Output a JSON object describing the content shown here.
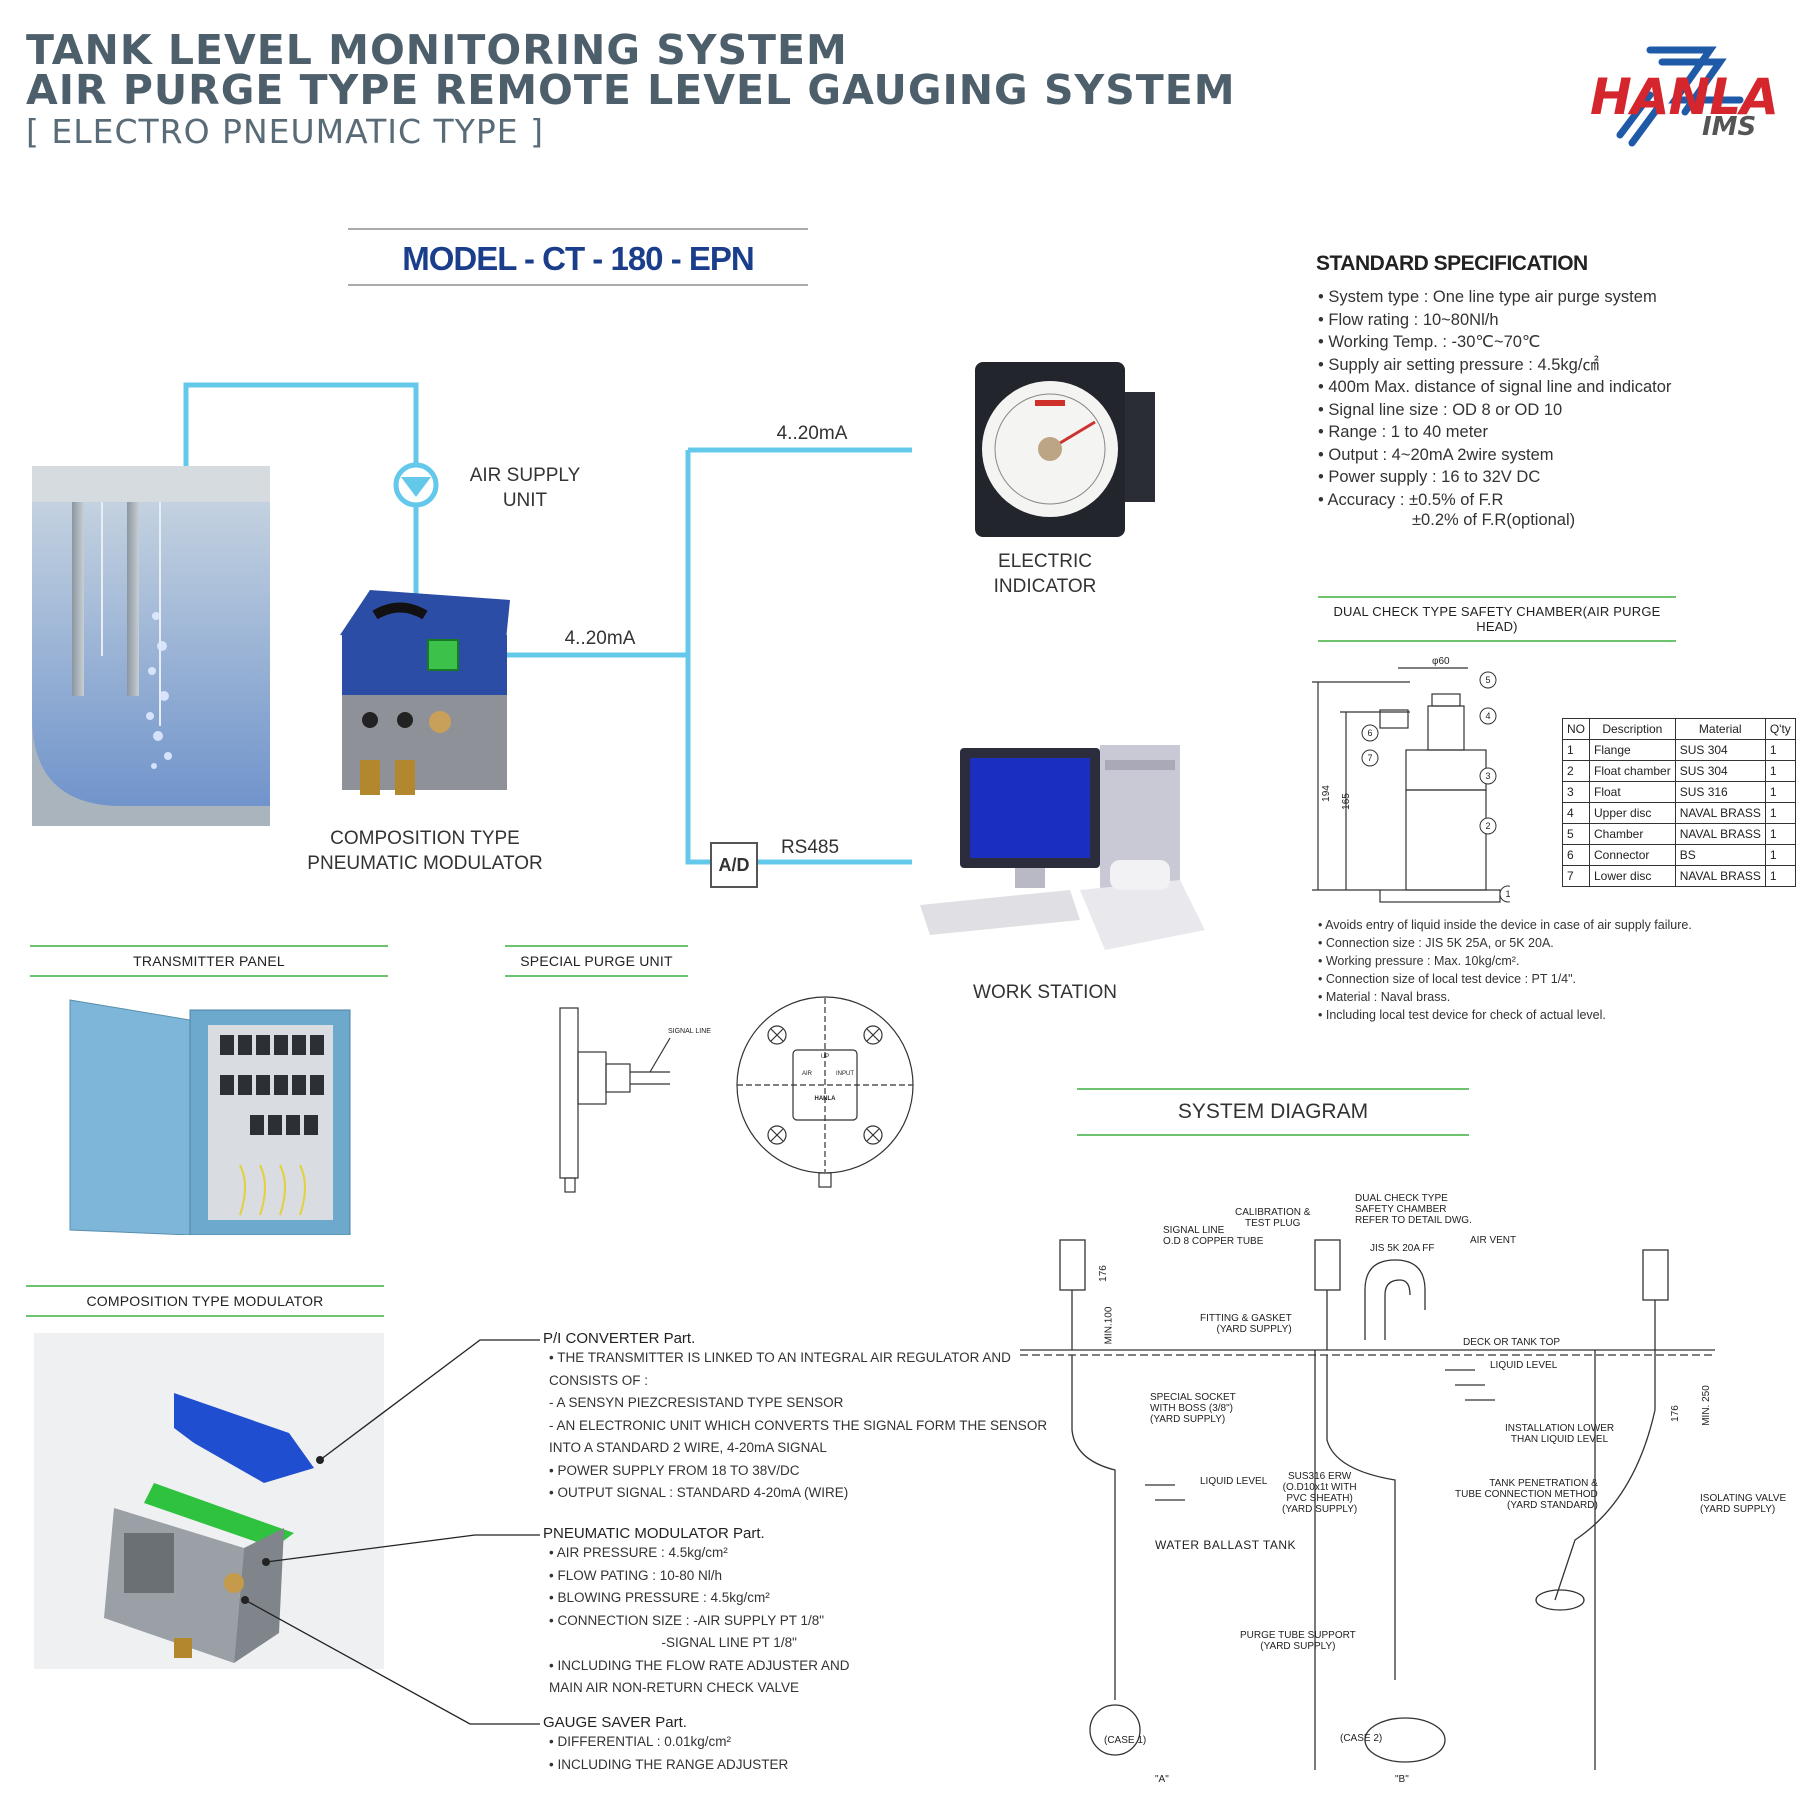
{
  "header": {
    "title_line1": "TANK LEVEL MONITORING SYSTEM",
    "title_line2": "AIR PURGE TYPE REMOTE LEVEL GAUGING SYSTEM",
    "subtitle": "[ ELECTRO PNEUMATIC TYPE ]",
    "logo_main": "HANLA",
    "logo_sub": "IMS"
  },
  "model": "MODEL - CT - 180 - EPN",
  "diagram_labels": {
    "air_supply_unit": [
      "AIR SUPPLY",
      "UNIT"
    ],
    "signal_top": "4..20mA",
    "signal_mid": "4..20mA",
    "rs485": "RS485",
    "ad": "A/D",
    "electric_indicator": [
      "ELECTRIC",
      "INDICATOR"
    ],
    "modulator": [
      "COMPOSITION TYPE",
      "PNEUMATIC MODULATOR"
    ],
    "work_station": "WORK STATION"
  },
  "spec": {
    "title": "STANDARD SPECIFICATION",
    "items": [
      "System type : One line type air purge system",
      "Flow rating : 10~80Nl/h",
      "Working Temp. : -30℃~70℃",
      "Supply air setting pressure : 4.5kg/㎠",
      "400m Max. distance of signal line and indicator",
      "Signal line size : OD 8 or OD 10",
      "Range : 1 to 40 meter",
      "Output : 4~20mA 2wire system",
      "Power supply : 16 to 32V DC",
      "Accuracy :  ±0.5% of F.R"
    ],
    "accuracy_optional": "±0.2% of F.R(optional)"
  },
  "chamber": {
    "heading": "DUAL CHECK TYPE SAFETY CHAMBER(AIR PURGE HEAD)",
    "dim_top": "φ60",
    "dim_194": "194",
    "dim_165": "165",
    "table_headers": [
      "NO",
      "Description",
      "Material",
      "Q'ty"
    ],
    "rows": [
      [
        "1",
        "Flange",
        "SUS 304",
        "1"
      ],
      [
        "2",
        "Float chamber",
        "SUS 304",
        "1"
      ],
      [
        "3",
        "Float",
        "SUS 316",
        "1"
      ],
      [
        "4",
        "Upper disc",
        "NAVAL BRASS",
        "1"
      ],
      [
        "5",
        "Chamber",
        "NAVAL BRASS",
        "1"
      ],
      [
        "6",
        "Connector",
        "BS",
        "1"
      ],
      [
        "7",
        "Lower disc",
        "NAVAL BRASS",
        "1"
      ]
    ],
    "notes": [
      "Avoids entry of liquid inside the device in case of air supply failure.",
      "Connection size : JIS 5K 25A, or 5K 20A.",
      "Working pressure : Max. 10kg/cm².",
      "Connection size of local test device : PT 1/4\".",
      "Material : Naval brass.",
      "Including local test device for check of actual level."
    ]
  },
  "transmitter_panel": {
    "heading": "TRANSMITTER PANEL"
  },
  "special_purge": {
    "heading": "SPECIAL PURGE UNIT",
    "signal_line": "SIGNAL LINE",
    "plate_labels": [
      "UP",
      "AIR",
      "INPUT",
      "HANLA"
    ]
  },
  "modulator_section": {
    "heading": "COMPOSITION TYPE MODULATOR",
    "parts": [
      {
        "title": "P/I CONVERTER Part.",
        "lines": [
          "• THE TRANSMITTER IS LINKED TO AN INTEGRAL AIR REGULATOR AND",
          "   CONSISTS OF :",
          "  - A SENSYN PIEZCRESISTAND TYPE SENSOR",
          "  - AN ELECTRONIC UNIT WHICH CONVERTS THE SIGNAL FORM THE SENSOR",
          "    INTO A STANDARD 2 WIRE, 4-20mA SIGNAL",
          "• POWER SUPPLY FROM 18 TO 38V/DC",
          "• OUTPUT SIGNAL : STANDARD 4-20mA (WIRE)"
        ]
      },
      {
        "title": "PNEUMATIC MODULATOR Part.",
        "lines": [
          "• AIR PRESSURE : 4.5kg/cm²",
          "• FLOW PATING : 10-80 Nl/h",
          "• BLOWING PRESSURE : 4.5kg/cm²",
          "• CONNECTION SIZE : -AIR SUPPLY PT 1/8\"",
          "                              -SIGNAL LINE PT 1/8\"",
          "• INCLUDING THE FLOW RATE ADJUSTER AND",
          "   MAIN AIR NON-RETURN CHECK VALVE"
        ]
      },
      {
        "title": "GAUGE SAVER Part.",
        "lines": [
          "• DIFFERENTIAL : 0.01kg/cm²",
          "• INCLUDING THE RANGE ADJUSTER"
        ]
      }
    ]
  },
  "system_diagram": {
    "heading": "SYSTEM DIAGRAM",
    "labels": {
      "calibration": [
        "CALIBRATION &",
        "TEST PLUG"
      ],
      "dual_check": [
        "DUAL CHECK TYPE",
        "SAFETY CHAMBER",
        "REFER TO DETAIL DWG."
      ],
      "signal_line": [
        "SIGNAL LINE",
        "O.D 8 COPPER TUBE"
      ],
      "jis": "JIS 5K 20A FF",
      "air_vent": "AIR VENT",
      "fitting": [
        "FITTING & GASKET",
        "(YARD SUPPLY)"
      ],
      "deck": "DECK OR TANK TOP",
      "liquid_level_right": "LIQUID LEVEL",
      "special_socket": [
        "SPECIAL SOCKET",
        "WITH BOSS (3/8\")",
        "(YARD SUPPLY)"
      ],
      "installation": [
        "INSTALLATION LOWER",
        "THAN LIQUID LEVEL"
      ],
      "liquid_level_left": "LIQUID LEVEL",
      "sus316": [
        "SUS316 ERW",
        "(O.D10x1t WITH",
        "PVC SHEATH)",
        "(YARD SUPPLY)"
      ],
      "tank_penetration": [
        "TANK PENETRATION &",
        "TUBE CONNECTION METHOD",
        "(YARD STANDARD)"
      ],
      "isolating": [
        "ISOLATING VALVE",
        "(YARD SUPPLY)"
      ],
      "water_ballast": "WATER BALLAST TANK",
      "purge_support": [
        "PURGE TUBE SUPPORT",
        "(YARD SUPPLY)"
      ],
      "case1": "(CASE 1)",
      "case2": "(CASE 2)",
      "A": "\"A\"",
      "B": "\"B\"",
      "dim_176_left": "176",
      "dim_min100": "MIN.100",
      "dim_176_right": "176",
      "dim_min250": "MIN. 250"
    }
  },
  "colors": {
    "title": "#4e5f6c",
    "model": "#1a3e8c",
    "pipe": "#63c8ea",
    "green_rule": "#6ec46e",
    "logo_red": "#d4262c",
    "logo_blue": "#1f5aa8"
  }
}
